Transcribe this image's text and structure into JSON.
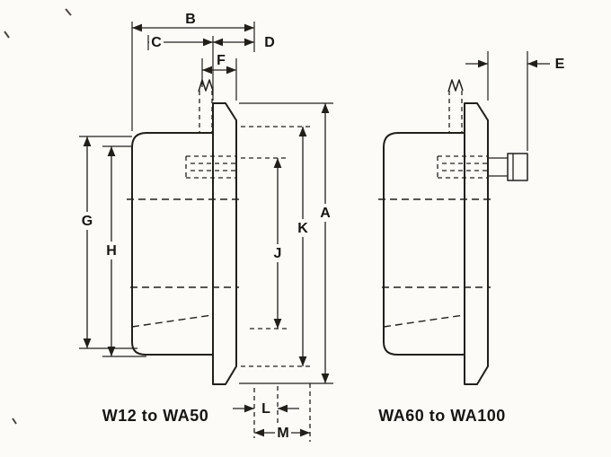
{
  "page": {
    "background": "#fcfbf8",
    "ink": "#221f1b"
  },
  "figure": {
    "left": {
      "caption": "W12 to WA50",
      "labels": {
        "A": "A",
        "B": "B",
        "C": "C",
        "D": "D",
        "F": "F",
        "G": "G",
        "H": "H",
        "J": "J",
        "K": "K",
        "L": "L",
        "M": "M"
      }
    },
    "right": {
      "caption": "WA60 to WA100",
      "labels": {
        "E": "E"
      }
    }
  }
}
